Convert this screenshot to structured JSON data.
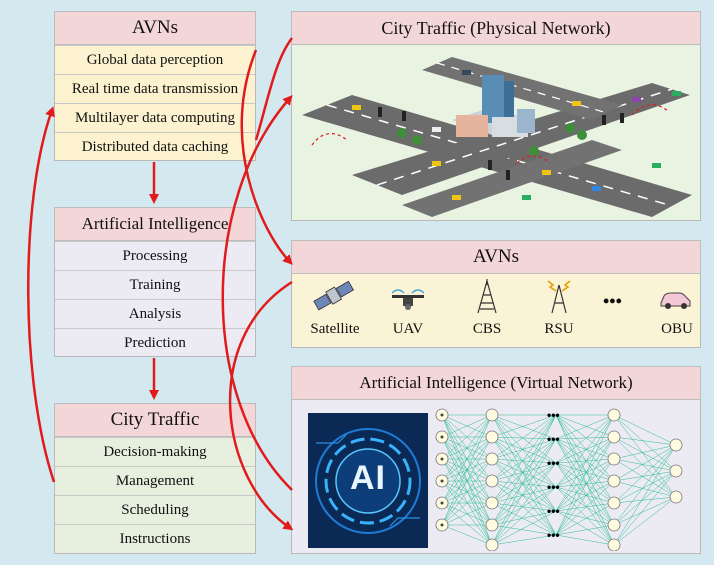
{
  "left_panels": {
    "avns": {
      "title": "AVNs",
      "items": [
        "Global data perception",
        "Real time data transmission",
        "Multilayer data computing",
        "Distributed data caching"
      ]
    },
    "ai": {
      "title": "Artificial Intelligence",
      "items": [
        "Processing",
        "Training",
        "Analysis",
        "Prediction"
      ]
    },
    "city": {
      "title": "City Traffic",
      "items": [
        "Decision-making",
        "Management",
        "Scheduling",
        "Instructions"
      ]
    }
  },
  "right_panels": {
    "physical": {
      "title": "City Traffic (Physical Network)"
    },
    "avns": {
      "title": "AVNs",
      "nodes": [
        {
          "icon": "satellite-icon",
          "label": "Satellite"
        },
        {
          "icon": "uav-icon",
          "label": "UAV"
        },
        {
          "icon": "cbs-tower-icon",
          "label": "CBS"
        },
        {
          "icon": "rsu-icon",
          "label": "RSU"
        },
        {
          "icon": "ellipsis",
          "label": ""
        },
        {
          "icon": "car-icon",
          "label": "OBU"
        }
      ],
      "ellipsis": "•••"
    },
    "virtual": {
      "title": "Artificial Intelligence (Virtual Network)",
      "ai_text": "AI"
    }
  },
  "colors": {
    "background": "#d4e9ef",
    "header": "#f3d6d7",
    "avns_rows": "#fcf2cf",
    "ai_rows": "#eceaf3",
    "city_rows": "#e7f0df",
    "physical_bg": "#e9f3e2",
    "avns_bg": "#fbf3d5",
    "virtual_bg": "#eceaf3",
    "arrow": "#e11b1b"
  }
}
